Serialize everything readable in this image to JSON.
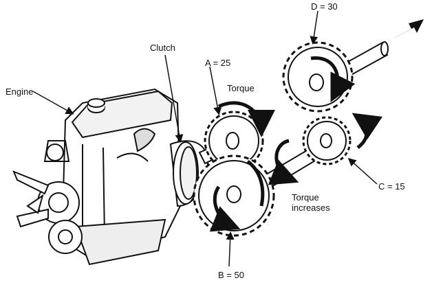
{
  "labels": {
    "engine": "Engine",
    "clutch": "Clutch",
    "gear_a": "A = 25",
    "gear_b": "B = 50",
    "gear_c": "C = 15",
    "gear_d": "D = 30",
    "torque": "Torque",
    "torque_increases": "Torque increases"
  },
  "colors": {
    "ink": "#111111",
    "paper": "#ffffff",
    "shade": "#444444"
  }
}
